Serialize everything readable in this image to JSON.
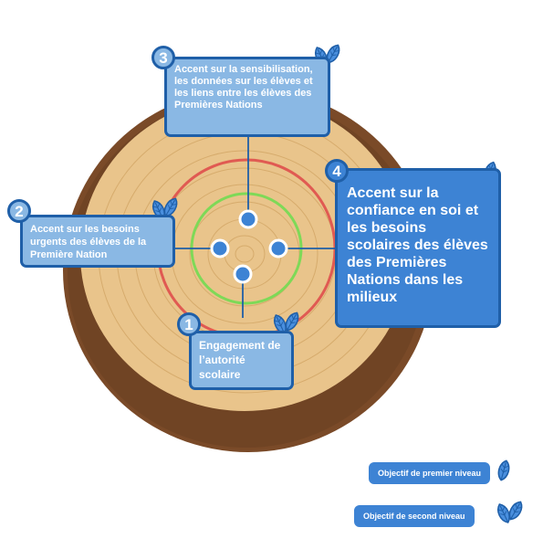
{
  "colors": {
    "box_light": "#8ab8e4",
    "box_dark": "#3d83d4",
    "border": "#1f5fa8",
    "bark": "#7a4a28",
    "wood": "#e9c48b",
    "ring_red": "#e05a52",
    "ring_green": "#7ed957"
  },
  "steps": [
    {
      "number": "1",
      "label": "Engagement de l’autorité scolaire",
      "level": "second",
      "icon": "leaf-pair-icon"
    },
    {
      "number": "2",
      "label": "Accent sur les besoins urgents des élèves de la Première Nation",
      "level": "second",
      "icon": "leaf-pair-icon"
    },
    {
      "number": "3",
      "label": "Accent sur la sensibilisation, les données sur les élèves et les liens entre les élèves des Premières Nations",
      "level": "second",
      "icon": "leaf-pair-icon"
    },
    {
      "number": "4",
      "label": "Accent sur la confiance en soi et les besoins scolaires des élèves des Premières Nations dans les milieux",
      "level": "first",
      "icon": "leaf-icon"
    }
  ],
  "legend": {
    "first": "Objectif de premier niveau",
    "second": "Objectif de second niveau"
  }
}
